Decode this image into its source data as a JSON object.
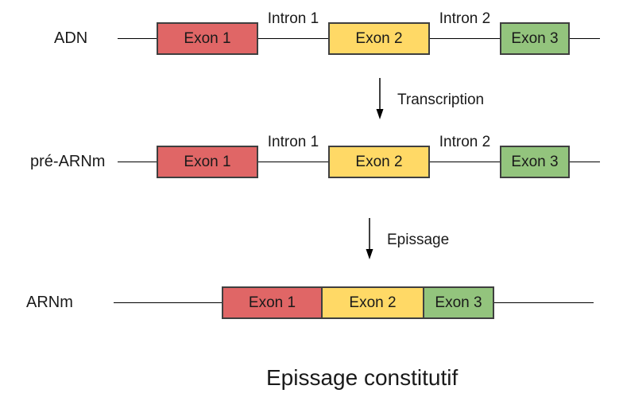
{
  "title": "Epissage constitutif",
  "colors": {
    "exon1_red": "#E06666",
    "exon2_yellow": "#FFD966",
    "exon3_green": "#93C47D",
    "box_border": "#3F3F3F",
    "line": "#000000"
  },
  "rows": {
    "adn": {
      "label": "ADN",
      "exon1": "Exon 1",
      "exon2": "Exon 2",
      "exon3": "Exon 3",
      "intron1": "Intron 1",
      "intron2": "Intron 2"
    },
    "pre_arnm": {
      "label": "pré-ARNm",
      "exon1": "Exon 1",
      "exon2": "Exon 2",
      "exon3": "Exon 3",
      "intron1": "Intron 1",
      "intron2": "Intron 2"
    },
    "arnm": {
      "label": "ARNm",
      "exon1": "Exon 1",
      "exon2": "Exon 2",
      "exon3": "Exon 3"
    }
  },
  "arrows": {
    "transcription": "Transcription",
    "epissage": "Epissage"
  }
}
